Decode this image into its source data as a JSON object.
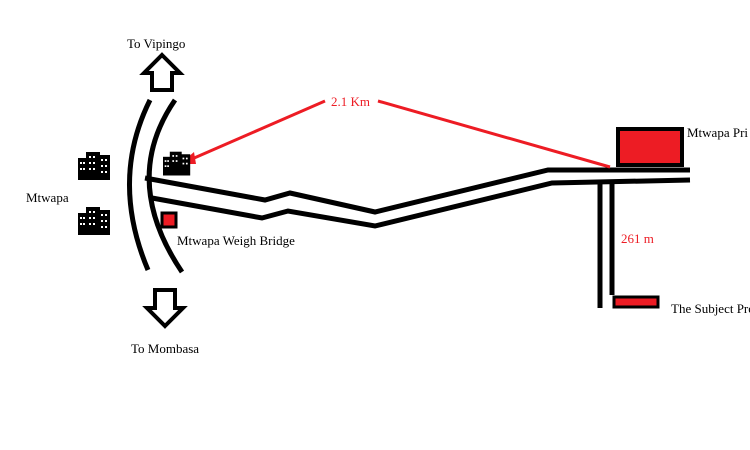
{
  "map": {
    "labels": {
      "to_vipingo": "To Vipingo",
      "to_mombasa": "To Mombasa",
      "mtwapa": "Mtwapa",
      "weigh_bridge": "Mtwapa Weigh Bridge",
      "school": "Mtwapa Pri",
      "subject_property": "The Subject Pro",
      "distance_main": "2.1 Km",
      "distance_branch": "261 m"
    },
    "colors": {
      "road": "#000000",
      "distance_line": "#ed1c24",
      "marker_fill": "#ed1c24",
      "background": "#ffffff"
    },
    "icons": [
      "north-arrow-icon",
      "south-arrow-icon",
      "building-icon",
      "weigh-bridge-marker",
      "school-marker",
      "subject-property-marker"
    ]
  }
}
